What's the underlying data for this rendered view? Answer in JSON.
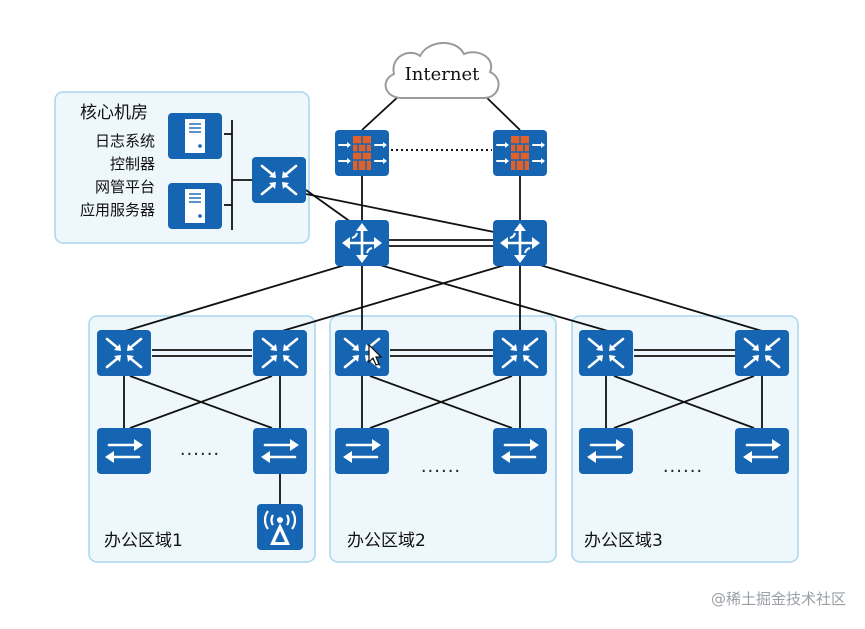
{
  "cloud": {
    "label": "Internet"
  },
  "core_room": {
    "title": "核心机房",
    "lines": [
      "日志系统",
      "控制器",
      "网管平台",
      "应用服务器"
    ]
  },
  "regions": [
    {
      "label": "办公区域1",
      "ellipsis": "......"
    },
    {
      "label": "办公区域2",
      "ellipsis": "......"
    },
    {
      "label": "办公区域3",
      "ellipsis": "......"
    }
  ],
  "watermark": "@稀土掘金技术社区",
  "colors": {
    "device_blue": "#1565b3",
    "zone_fill": "#eef7fb",
    "zone_border": "#a9d6ec",
    "firewall_brick": "#e0622a",
    "link": "#111111"
  },
  "icons": {
    "firewall": "firewall-icon",
    "router": "router-icon",
    "core_switch": "core-switch-icon",
    "access_switch": "access-switch-icon",
    "server": "server-icon",
    "ap": "wireless-ap-icon",
    "cloud": "cloud-icon"
  }
}
